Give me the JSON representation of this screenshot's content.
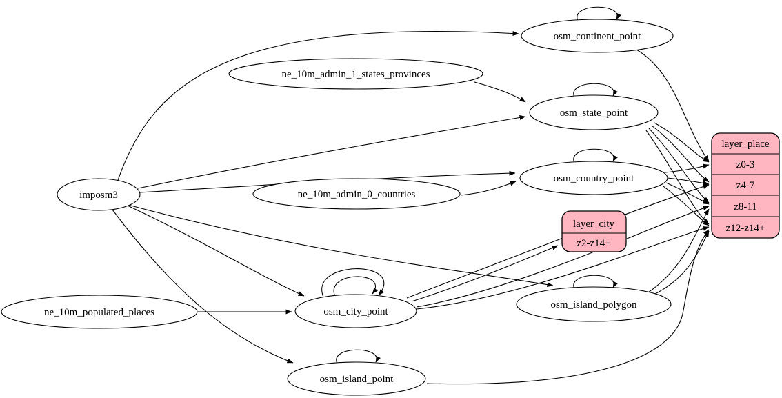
{
  "diagram": {
    "kind": "etl-mapping-graph",
    "colors": {
      "record_fill": "#ffb6c1",
      "node_fill": "#ffffff",
      "stroke": "#000000"
    },
    "nodes": {
      "imposm3": {
        "label": "imposm3",
        "shape": "ellipse"
      },
      "ne_10m_admin_1_states_provinces": {
        "label": "ne_10m_admin_1_states_provinces",
        "shape": "ellipse"
      },
      "ne_10m_admin_0_countries": {
        "label": "ne_10m_admin_0_countries",
        "shape": "ellipse"
      },
      "ne_10m_populated_places": {
        "label": "ne_10m_populated_places",
        "shape": "ellipse"
      },
      "osm_continent_point": {
        "label": "osm_continent_point",
        "shape": "ellipse"
      },
      "osm_state_point": {
        "label": "osm_state_point",
        "shape": "ellipse"
      },
      "osm_country_point": {
        "label": "osm_country_point",
        "shape": "ellipse"
      },
      "osm_city_point": {
        "label": "osm_city_point",
        "shape": "ellipse"
      },
      "osm_island_polygon": {
        "label": "osm_island_polygon",
        "shape": "ellipse"
      },
      "osm_island_point": {
        "label": "osm_island_point",
        "shape": "ellipse"
      },
      "layer_city": {
        "label": "layer_city",
        "shape": "record",
        "rows": [
          "z2-z14+"
        ]
      },
      "layer_place": {
        "label": "layer_place",
        "shape": "record",
        "rows": [
          "z0-3",
          "z4-7",
          "z8-11",
          "z12-z14+"
        ]
      }
    },
    "edges": [
      {
        "from": "imposm3",
        "to": "osm_continent_point"
      },
      {
        "from": "imposm3",
        "to": "osm_state_point"
      },
      {
        "from": "imposm3",
        "to": "osm_country_point"
      },
      {
        "from": "imposm3",
        "to": "osm_city_point"
      },
      {
        "from": "imposm3",
        "to": "osm_island_polygon"
      },
      {
        "from": "imposm3",
        "to": "osm_island_point"
      },
      {
        "from": "ne_10m_admin_1_states_provinces",
        "to": "osm_state_point"
      },
      {
        "from": "ne_10m_admin_0_countries",
        "to": "osm_country_point"
      },
      {
        "from": "ne_10m_populated_places",
        "to": "osm_city_point"
      },
      {
        "from": "osm_continent_point",
        "to": "osm_continent_point"
      },
      {
        "from": "osm_state_point",
        "to": "osm_state_point"
      },
      {
        "from": "osm_country_point",
        "to": "osm_country_point"
      },
      {
        "from": "osm_city_point",
        "to": "osm_city_point"
      },
      {
        "from": "osm_city_point",
        "to": "osm_city_point"
      },
      {
        "from": "osm_island_polygon",
        "to": "osm_island_polygon"
      },
      {
        "from": "osm_island_point",
        "to": "osm_island_point"
      },
      {
        "from": "osm_continent_point",
        "to": "layer_place",
        "to_port": "z0-3"
      },
      {
        "from": "osm_state_point",
        "to": "layer_place",
        "to_port": "z0-3"
      },
      {
        "from": "osm_state_point",
        "to": "layer_place",
        "to_port": "z4-7"
      },
      {
        "from": "osm_state_point",
        "to": "layer_place",
        "to_port": "z8-11"
      },
      {
        "from": "osm_state_point",
        "to": "layer_place",
        "to_port": "z12-z14+"
      },
      {
        "from": "osm_country_point",
        "to": "layer_place",
        "to_port": "z0-3"
      },
      {
        "from": "osm_country_point",
        "to": "layer_place",
        "to_port": "z4-7"
      },
      {
        "from": "osm_country_point",
        "to": "layer_place",
        "to_port": "z8-11"
      },
      {
        "from": "osm_country_point",
        "to": "layer_place",
        "to_port": "z12-z14+"
      },
      {
        "from": "osm_city_point",
        "to": "layer_city",
        "to_port": "z2-z14+"
      },
      {
        "from": "osm_city_point",
        "to": "layer_place",
        "to_port": "z4-7"
      },
      {
        "from": "osm_city_point",
        "to": "layer_place",
        "to_port": "z8-11"
      },
      {
        "from": "osm_city_point",
        "to": "layer_place",
        "to_port": "z12-z14+"
      },
      {
        "from": "osm_island_polygon",
        "to": "layer_place",
        "to_port": "z8-11"
      },
      {
        "from": "osm_island_polygon",
        "to": "layer_place",
        "to_port": "z12-z14+"
      },
      {
        "from": "osm_island_point",
        "to": "layer_place",
        "to_port": "z12-z14+"
      }
    ]
  }
}
